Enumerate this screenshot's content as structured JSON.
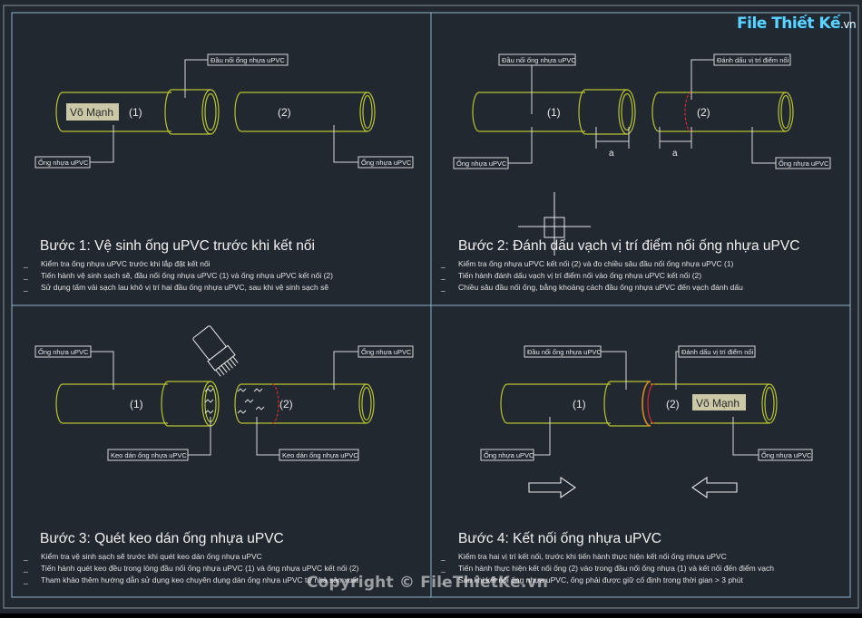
{
  "logo": {
    "text": "File Thiết Kế",
    "suffix": ".vn"
  },
  "watermark": "Copyright © FileThietKe.vn",
  "steps": [
    {
      "title": "Bước 1: Vệ sinh ống uPVC trước khi kết nối",
      "bullets": [
        "Kiểm tra ống nhựa uPVC trước khi lắp đặt kết nối",
        "Tiến hành vệ sinh sạch sẽ, đầu nối ống nhựa uPVC (1) và ống nhựa uPVC kết nối (2)",
        "Sử dụng tấm vải sạch lau khô vị trí hai đầu ống nhựa uPVC, sau khi vệ sinh sạch sẽ"
      ],
      "labels": {
        "fitting": "Đầu nối ống nhựa uPVC",
        "pipe_left": "Ống nhựa uPVC",
        "pipe_right": "Ống nhựa uPVC",
        "n1": "(1)",
        "n2": "(2)",
        "name_tag": "Võ Mạnh"
      }
    },
    {
      "title": "Bước 2: Đánh dấu vạch vị trí điểm nối ống nhựa uPVC",
      "bullets": [
        "Kiểm tra ống nhựa uPVC kết nối (2) và đo chiều sâu đầu nối ống nhựa uPVC (1)",
        "Tiến hành đánh dấu vạch vị trí điểm nối vào ống nhựa uPVC kết nối (2)",
        "Chiều sâu đầu nối ống, bằng khoảng cách đầu ống nhựa uPVC đến vạch đánh dấu"
      ],
      "labels": {
        "fitting": "Đầu nối ống nhựa uPVC",
        "mark": "Đánh dấu vị trí điểm nối",
        "pipe_left": "Ống nhựa uPVC",
        "pipe_right": "Ống nhựa uPVC",
        "n1": "(1)",
        "n2": "(2)",
        "dim": "a"
      }
    },
    {
      "title": "Bước 3: Quét keo dán ống nhựa uPVC",
      "bullets": [
        "Kiểm tra vệ sinh sạch sẽ trước khi quét keo dán ống nhựa uPVC",
        "Tiến hành quét keo đều trong lòng đầu nối ống nhựa uPVC (1) và ống nhựa uPVC kết nối (2)",
        "Tham khảo thêm hướng dẫn sử dụng keo chuyên dụng dán ống nhựa uPVC từ nhà sản xuất"
      ],
      "labels": {
        "pipe_left": "Ống nhựa uPVC",
        "pipe_right": "Ống nhựa uPVC",
        "glue_left": "Keo dán ống nhựa uPVC",
        "glue_right": "Keo dán ống nhựa uPVC",
        "n1": "(1)",
        "n2": "(2)"
      }
    },
    {
      "title": "Bước 4: Kết nối ống nhựa uPVC",
      "bullets": [
        "Kiểm tra hai vị trí kết nối, trước khi tiến hành thực hiện kết nối ống nhựa uPVC",
        "Tiến hành thực hiện kết nối ống (2) vào trong đầu nối ống nhựa (1) và kết nối đến điểm vạch",
        "Sau khi kết nối ống nhựa uPVC, ống phải được giữ cố định trong thời gian > 3 phút"
      ],
      "labels": {
        "fitting": "Đầu nối ống nhựa uPVC",
        "mark": "Đánh dấu vị trí điểm nối",
        "pipe_left": "Ống nhựa uPVC",
        "pipe_right": "Ống nhựa uPVC",
        "n1": "(1)",
        "n2": "(2)",
        "name_tag": "Võ Mạnh"
      }
    }
  ]
}
